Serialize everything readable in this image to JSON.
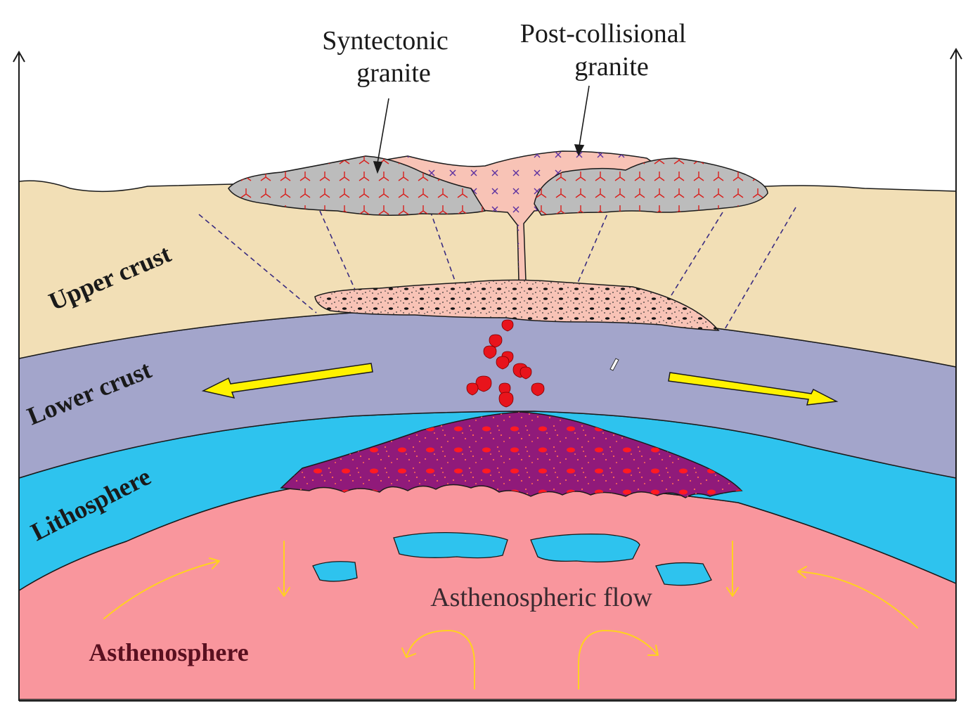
{
  "labels": {
    "syntectonic_line1": "Syntectonic",
    "syntectonic_line2": "granite",
    "postcollisional_line1": "Post-collisional",
    "postcollisional_line2": "granite",
    "upper_crust": "Upper crust",
    "lower_crust": "Lower crust",
    "lithosphere": "Lithosphere",
    "asthenosphere": "Asthenosphere",
    "asthenospheric_flow": "Asthenospheric flow"
  },
  "colors": {
    "upper_crust": "#f2dfb6",
    "lower_crust": "#a3a5cb",
    "lithosphere": "#2ec3ee",
    "asthenosphere": "#f9969d",
    "syntectonic_granite": "#bcbcbc",
    "postcollisional_granite": "#f8c3b6",
    "magma_underplate": "#901a7a",
    "melt_drops": "#e8141c",
    "extension_arrow": "#fff200",
    "flow_arrow": "#ffd21f",
    "outline": "#1a1a1a"
  },
  "icons": {
    "syntectonic_symbol": "red-three-prong-symbol",
    "postcollisional_symbol": "purple-cross-symbol",
    "extension_arrow": "yellow-block-arrow",
    "melt_droplet": "red-teardrop"
  }
}
